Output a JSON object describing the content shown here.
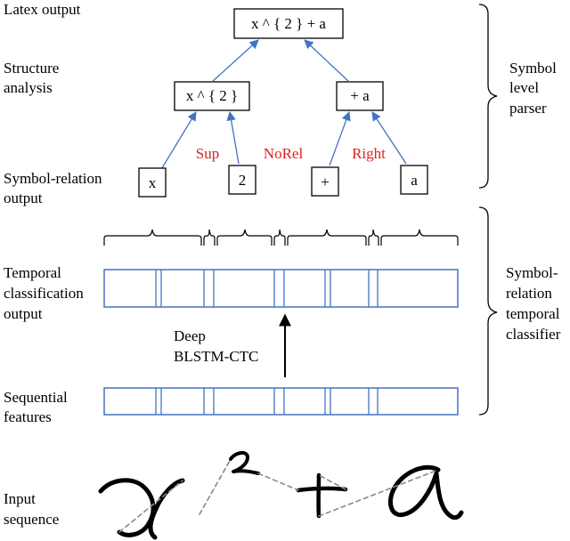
{
  "left_labels": {
    "latex_output": "Latex output",
    "structure_analysis": [
      "Structure",
      "analysis"
    ],
    "symbol_relation_output": [
      "Symbol-relation",
      "output"
    ],
    "temporal_classification_output": [
      "Temporal",
      "classification",
      "output"
    ],
    "sequential_features": [
      "Sequential",
      "features"
    ],
    "input_sequence": [
      "Input",
      "sequence"
    ]
  },
  "right_labels": {
    "symbol_level_parser": [
      "Symbol",
      "level",
      "parser"
    ],
    "symbol_relation_temporal_classifier": [
      "Symbol-",
      "relation",
      "temporal",
      "classifier"
    ]
  },
  "tree": {
    "root": "x ^ { 2 } + a",
    "left_child": "x ^ { 2 }",
    "right_child": "+ a"
  },
  "symbols": [
    "x",
    "2",
    "+",
    "a"
  ],
  "relations": [
    "Sup",
    "NoRel",
    "Right"
  ],
  "arrow_label": [
    "Deep",
    "BLSTM-CTC"
  ],
  "colors": {
    "relation_text": "#e02020",
    "tree_arrows": "#4472c4",
    "feature_box": "#4472c4",
    "pen_stroke": "#000000",
    "pen_up": "#888888"
  }
}
